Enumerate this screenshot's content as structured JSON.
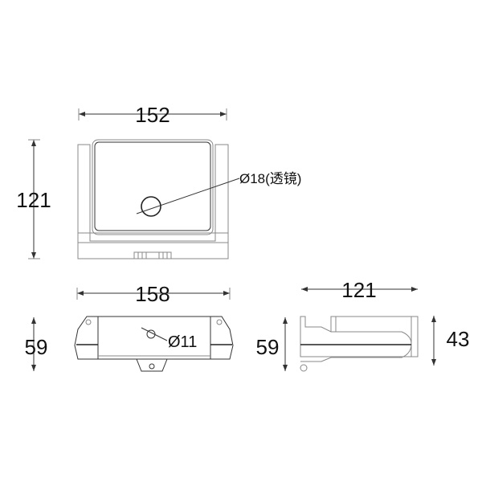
{
  "front_view": {
    "width_dim": "152",
    "height_dim": "121",
    "lens_label": "Ø18(透镜)"
  },
  "bottom_view": {
    "width_dim": "158",
    "height_dim": "59",
    "hole_label": "Ø11"
  },
  "side_view": {
    "depth_dim": "121",
    "height_dim_left": "59",
    "height_dim_right": "43"
  }
}
